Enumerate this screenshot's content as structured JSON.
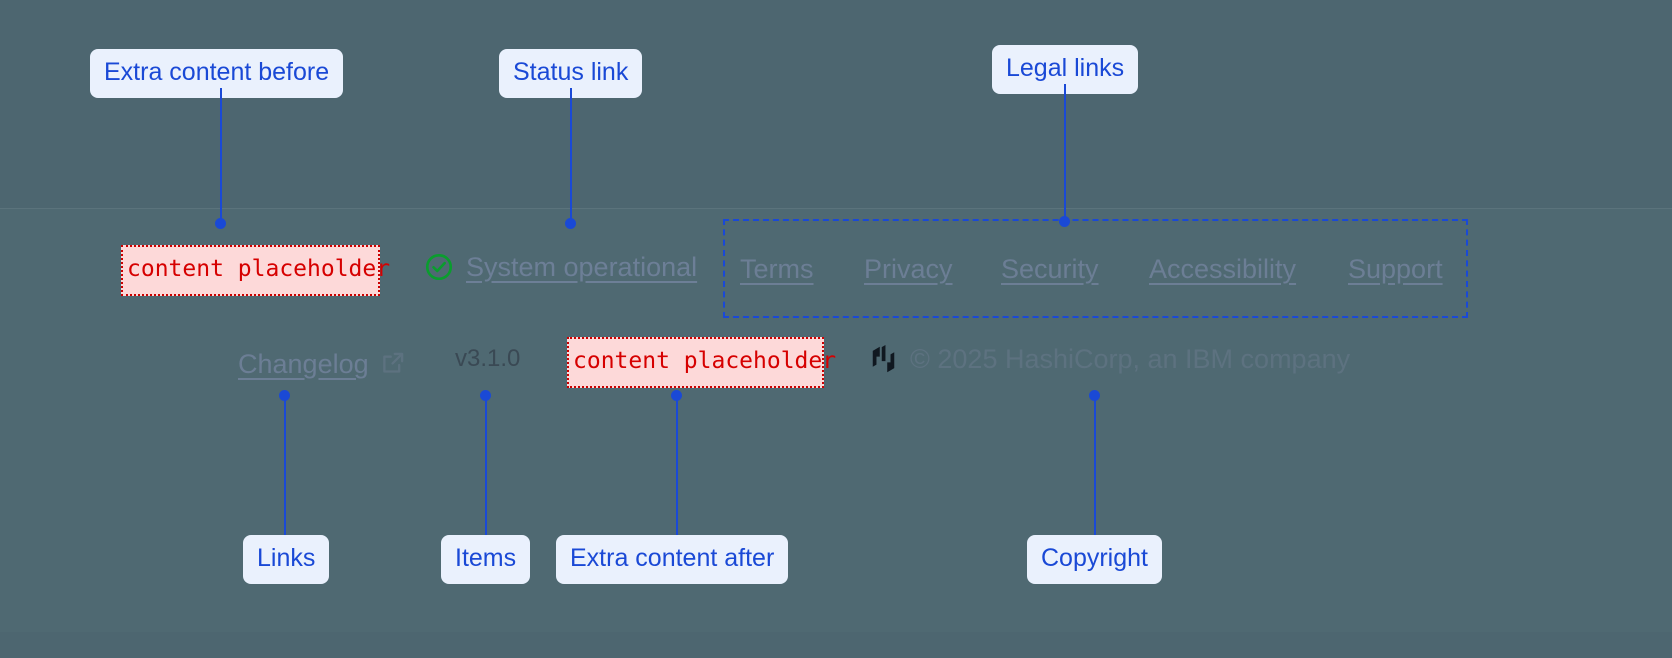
{
  "theme": {
    "page_bg": "#4d6670",
    "footer_bg": "#4f6972",
    "annotation_color": "#1a49d6",
    "annotation_pill_bg": "#eaf1fd",
    "placeholder_text_color": "#d60000",
    "placeholder_bg": "#fdd9d9",
    "link_color": "#6c7e95",
    "status_ok_color": "#0a9d2e"
  },
  "annotations": {
    "extra_content_before": "Extra content before",
    "status_link": "Status link",
    "legal_links": "Legal links",
    "links": "Links",
    "items": "Items",
    "extra_content_after": "Extra content after",
    "copyright": "Copyright"
  },
  "footer": {
    "placeholder_before": "content placeholder",
    "placeholder_after": "content placeholder",
    "status": {
      "icon": "check-circle-icon",
      "label": "System operational"
    },
    "legal_links": [
      {
        "label": "Terms"
      },
      {
        "label": "Privacy"
      },
      {
        "label": "Security"
      },
      {
        "label": "Accessibility"
      },
      {
        "label": "Support"
      }
    ],
    "changelog": {
      "label": "Changelog",
      "icon": "external-link-icon"
    },
    "version": "v3.1.0",
    "brand": {
      "logo": "hashicorp-logo",
      "copyright": "© 2025 HashiCorp, an IBM company"
    }
  }
}
